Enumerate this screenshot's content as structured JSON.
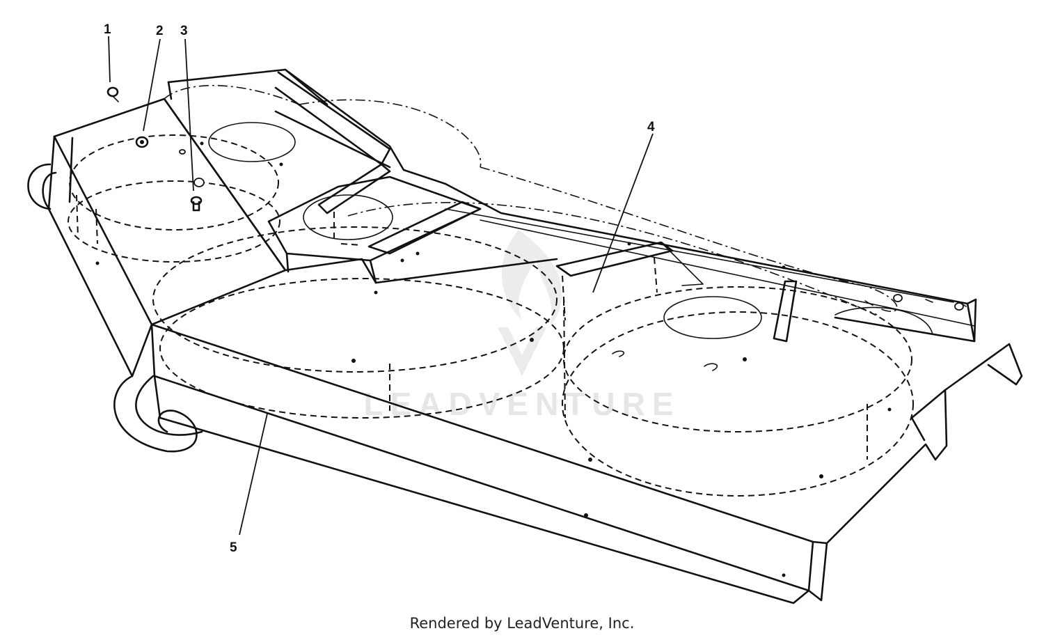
{
  "callouts": [
    {
      "id": "1",
      "label": "1"
    },
    {
      "id": "2",
      "label": "2"
    },
    {
      "id": "3",
      "label": "3"
    },
    {
      "id": "4",
      "label": "4"
    },
    {
      "id": "5",
      "label": "5"
    }
  ],
  "watermark": {
    "text": "LEADVENTURE",
    "icon": "leadventure-flame-logo",
    "color": "#e6e6e6"
  },
  "footer": {
    "credit": "Rendered by LeadVenture, Inc."
  },
  "colors": {
    "ink": "#111111",
    "background": "#ffffff"
  }
}
